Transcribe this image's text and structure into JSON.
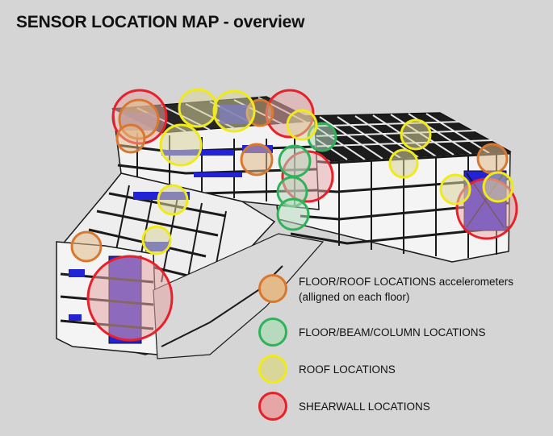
{
  "title": "SENSOR LOCATION MAP - overview",
  "colors": {
    "floor_roof_stroke": "#d9772f",
    "floor_roof_fill": "#e3bb8a",
    "floor_beam_column_stroke": "#2fb35a",
    "floor_beam_column_fill": "#b7d9bd",
    "roof_stroke": "#f0ea1a",
    "roof_fill": "#d9d69a",
    "shearwall_stroke": "#e8202a",
    "shearwall_fill": "#e6a6a6",
    "structure": "#1a1a1a",
    "walls_blue": "#2323d6"
  },
  "legend": [
    {
      "key": "floor_roof",
      "line1": "FLOOR/ROOF LOCATIONS accelerometers",
      "line2": "(alligned on each floor)"
    },
    {
      "key": "floor_beam_column",
      "line1": "FLOOR/BEAM/COLUMN LOCATIONS",
      "line2": ""
    },
    {
      "key": "roof",
      "line1": "ROOF LOCATIONS",
      "line2": ""
    },
    {
      "key": "shearwall",
      "line1": "SHEARWALL LOCATIONS",
      "line2": ""
    }
  ]
}
